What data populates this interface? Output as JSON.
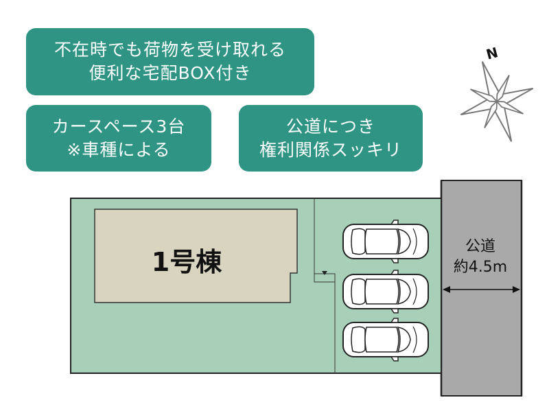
{
  "badges": {
    "delivery": {
      "line1": "不在時でも荷物を受け取れる",
      "line2": "便利な宅配BOX付き"
    },
    "parking": {
      "line1": "カースペース3台",
      "line2": "※車種による"
    },
    "road": {
      "line1": "公道につき",
      "line2": "権利関係スッキリ"
    }
  },
  "compass": {
    "label": "N",
    "icon": "compass-rose-icon"
  },
  "plan": {
    "building_label": "1号棟",
    "road_label_line1": "公道",
    "road_label_line2": "約4.5m",
    "parking_spaces": 3
  },
  "colors": {
    "badge": "#2f9483",
    "lot": "#a8d0b8",
    "building": "#d9d4c0",
    "road": "#a9a9a9"
  }
}
